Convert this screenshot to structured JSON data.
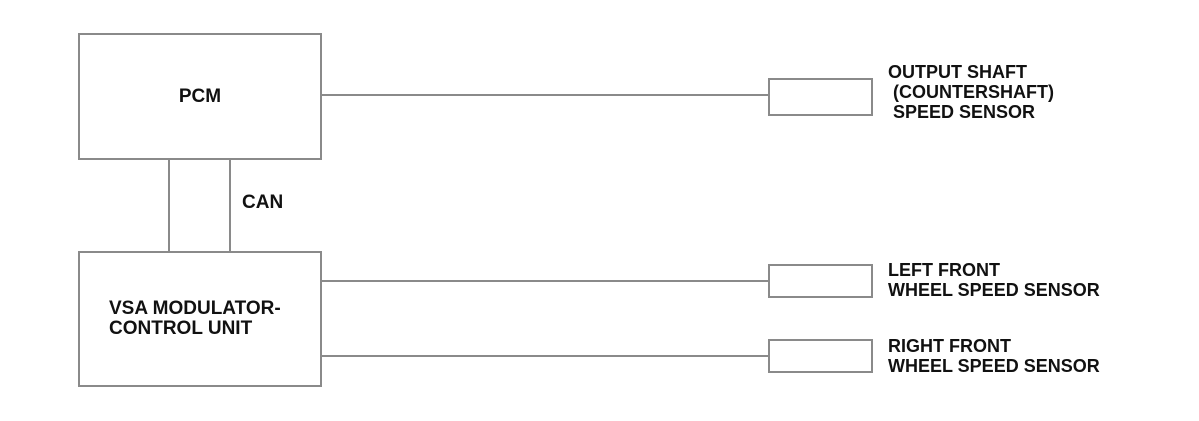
{
  "theme": {
    "background_color": "#ffffff",
    "line_color": "#8a8a8a",
    "text_color": "#111111"
  },
  "blocks": {
    "pcm": {
      "label": "PCM"
    },
    "vsa": {
      "label_lines": [
        "VSA MODULATOR-",
        "CONTROL UNIT"
      ]
    }
  },
  "bus": {
    "label": "CAN"
  },
  "sensors": [
    {
      "lines": [
        "OUTPUT SHAFT",
        " (COUNTERSHAFT)",
        " SPEED SENSOR"
      ]
    },
    {
      "lines": [
        "LEFT FRONT",
        "WHEEL SPEED SENSOR"
      ]
    },
    {
      "lines": [
        "RIGHT FRONT",
        "WHEEL SPEED SENSOR"
      ]
    }
  ]
}
